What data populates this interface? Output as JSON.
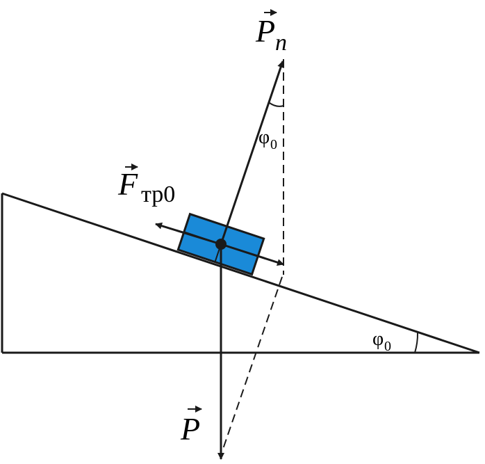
{
  "labels": {
    "pn_letter": "P",
    "pn_subscript": "n",
    "ftr_letter": "F",
    "ftr_subscript": "тр0",
    "p_letter": "P",
    "phi_top": "φ",
    "phi_top_subscript": "0",
    "phi_bottom": "φ",
    "phi_bottom_subscript": "0"
  },
  "colors": {
    "block_fill": "#1a8ad8",
    "line": "#1a1a1a"
  }
}
